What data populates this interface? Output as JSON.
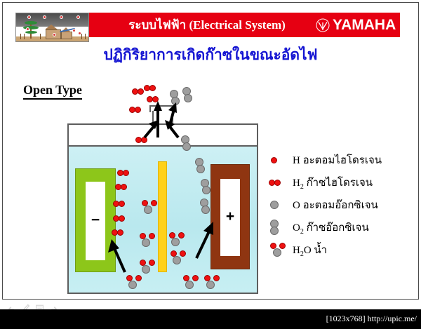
{
  "header": {
    "title": "ระบบไฟฟ้า (Electrical System)",
    "brand": "YAMAHA",
    "brand_icon": "yamaha-tuning-fork-icon",
    "band_color": "#e60012",
    "village_image_alt": "village-scene-image"
  },
  "subtitle": {
    "text": "ปฏิกิริยาการเกิดก๊าซในขณะอัดไฟ",
    "color": "#1414d2"
  },
  "diagram": {
    "label": "Open Type",
    "negative_sign": "−",
    "positive_sign": "+",
    "colors": {
      "negative_plate": "#8dc61a",
      "positive_plate": "#8f3511",
      "separator": "#ffd11a",
      "electrolyte": "#c3ecf1",
      "hydrogen": "#ee1111",
      "oxygen": "#9e9e9e"
    }
  },
  "legend": {
    "items": [
      {
        "icon": "hydrogen-atom-icon",
        "formula": "H",
        "sub": "",
        "tail": " อะตอมไฮโดรเจน"
      },
      {
        "icon": "hydrogen-gas-icon",
        "formula": "H",
        "sub": "2",
        "tail": " ก๊าซไฮโดรเจน"
      },
      {
        "icon": "oxygen-atom-icon",
        "formula": "O",
        "sub": "",
        "tail": " อะตอมอ๊อกซิเจน"
      },
      {
        "icon": "oxygen-gas-icon",
        "formula": "O",
        "sub": "2",
        "tail": " ก๊าซอ๊อกซิเจน"
      },
      {
        "icon": "water-molecule-icon",
        "formula": "H",
        "sub": "2",
        "tail": "O น้ำ"
      }
    ]
  },
  "toolbar": {
    "icons": [
      "undo-icon",
      "pencil-icon",
      "list-icon",
      "redo-icon"
    ]
  },
  "footer": {
    "resolution": "[1023x768]",
    "url": "http://upic.me/"
  }
}
